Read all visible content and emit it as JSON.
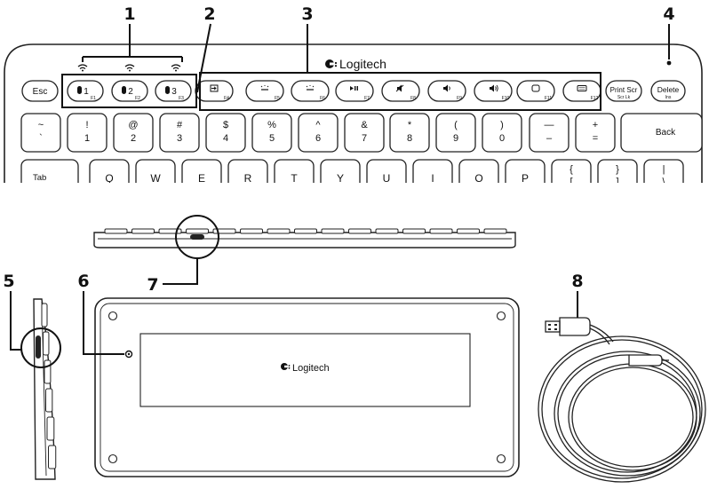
{
  "brand": "Logitech",
  "callouts": [
    "1",
    "2",
    "3",
    "4",
    "5",
    "6",
    "7",
    "8"
  ],
  "keys": {
    "esc": "Esc",
    "bt1": {
      "num": "1",
      "sub": "F1"
    },
    "bt2": {
      "num": "2",
      "sub": "F2"
    },
    "bt3": {
      "num": "3",
      "sub": "F3"
    },
    "fn": [
      {
        "sub": "F4",
        "icon": "switch-icon"
      },
      {
        "sub": "F5",
        "icon": "brightness-down-icon"
      },
      {
        "sub": "F6",
        "icon": "brightness-up-icon"
      },
      {
        "sub": "F7",
        "icon": "play-pause-icon"
      },
      {
        "sub": "F8",
        "icon": "mute-icon"
      },
      {
        "sub": "F9",
        "icon": "volume-down-icon"
      },
      {
        "sub": "F10",
        "icon": "volume-up-icon"
      },
      {
        "sub": "F11",
        "icon": "home-icon"
      },
      {
        "sub": "F12",
        "icon": "keyboard-icon"
      }
    ],
    "print": {
      "main": "Print Scr",
      "sub": "Scr Lk"
    },
    "delete": {
      "main": "Delete",
      "sub": "Ins"
    },
    "numrow": [
      {
        "top": "~",
        "bottom": "`"
      },
      {
        "top": "!",
        "bottom": "1"
      },
      {
        "top": "@",
        "bottom": "2"
      },
      {
        "top": "#",
        "bottom": "3"
      },
      {
        "top": "$",
        "bottom": "4"
      },
      {
        "top": "%",
        "bottom": "5"
      },
      {
        "top": "^",
        "bottom": "6"
      },
      {
        "top": "&",
        "bottom": "7"
      },
      {
        "top": "*",
        "bottom": "8"
      },
      {
        "top": "(",
        "bottom": "9"
      },
      {
        "top": ")",
        "bottom": "0"
      },
      {
        "top": "—",
        "bottom": "–"
      },
      {
        "top": "+",
        "bottom": "="
      }
    ],
    "back": "Back",
    "tab": "Tab",
    "qrow": [
      "Q",
      "W",
      "E",
      "R",
      "T",
      "Y",
      "U",
      "I",
      "O",
      "P"
    ],
    "brackets": [
      {
        "top": "{",
        "bottom": "["
      },
      {
        "top": "}",
        "bottom": "]"
      },
      {
        "top": "|",
        "bottom": "\\"
      }
    ]
  },
  "colors": {
    "outline": "#222222",
    "line": "#111111"
  }
}
